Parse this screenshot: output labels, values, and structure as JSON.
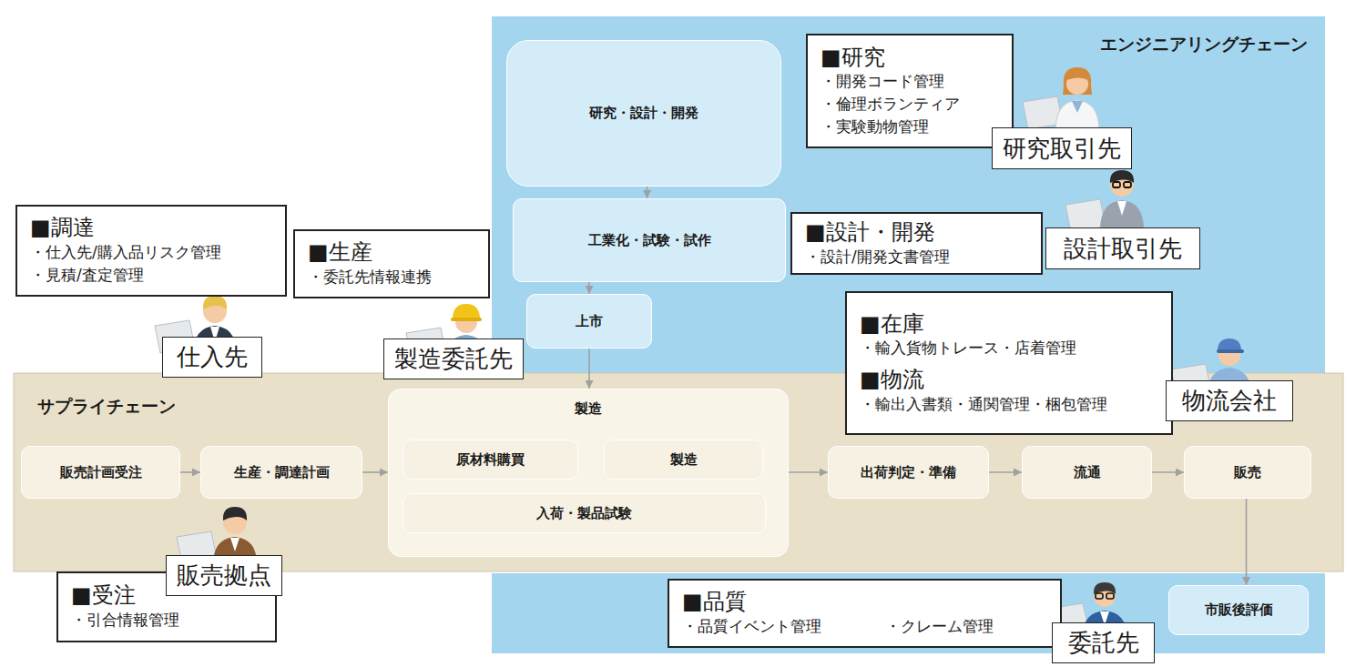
{
  "diagram": {
    "nodes": [
      {
        "text": [
          "エンジニアリングチェーン"
        ]
      },
      {
        "text": [
          "研究・設計・開発"
        ],
        "in": 0
      },
      {
        "text": [
          "工業化・試験・試作"
        ],
        "in": 0
      },
      {
        "text": [
          "上市"
        ],
        "in": 0
      },
      {
        "text": [
          "サプライチェーン"
        ]
      },
      {
        "text": [
          "販売計画受注"
        ],
        "in": 4
      },
      {
        "text": [
          "生産・調達計画"
        ],
        "in": 4
      },
      {
        "text": [
          "製造"
        ],
        "in": 4
      },
      {
        "text": [
          "原材料購買"
        ],
        "in": 7
      },
      {
        "text": [
          "製造"
        ],
        "in": 7
      },
      {
        "text": [
          "入荷・製品試験"
        ],
        "in": 7
      },
      {
        "text": [
          "出荷判定・準備"
        ],
        "in": 4
      },
      {
        "text": [
          "流通"
        ],
        "in": 4
      },
      {
        "text": [
          "販売"
        ],
        "in": 4
      },
      {
        "text": [
          "市販後評価"
        ]
      },
      {
        "text": [
          "■研究",
          "・開発コード管理",
          "・倫理ボランティア",
          "・実験動物管理"
        ]
      },
      {
        "text": [
          "研究取引先"
        ]
      },
      {
        "text": [
          "■設計・開発",
          "・設計/開発文書管理"
        ]
      },
      {
        "text": [
          "設計取引先"
        ]
      },
      {
        "text": [
          "■在庫",
          "・輸入貨物トレース・店着管理",
          "■物流",
          "・輸出入書類・通関管理・梱包管理"
        ]
      },
      {
        "text": [
          "物流会社"
        ]
      },
      {
        "text": [
          "■調達",
          "・仕入先/購入品リスク管理",
          "・見積/査定管理"
        ]
      },
      {
        "text": [
          "仕入先"
        ]
      },
      {
        "text": [
          "■生産",
          "・委託先情報連携"
        ]
      },
      {
        "text": [
          "製造委託先"
        ]
      },
      {
        "text": [
          "■受注",
          "・引合情報管理"
        ]
      },
      {
        "text": [
          "販売拠点"
        ]
      },
      {
        "text": [
          "■品質",
          "・品質イベント管理",
          "・クレーム管理"
        ]
      },
      {
        "text": [
          "委託先"
        ]
      }
    ],
    "edges": [
      {
        "from": 1,
        "to": 2,
        "arrow": "to"
      },
      {
        "from": 2,
        "to": 3,
        "arrow": "to"
      },
      {
        "from": 3,
        "to": 7,
        "arrow": "to"
      },
      {
        "from": 5,
        "to": 6,
        "arrow": "to"
      },
      {
        "from": 6,
        "to": 7,
        "arrow": "to"
      },
      {
        "from": 7,
        "to": 11,
        "arrow": "to"
      },
      {
        "from": 11,
        "to": 12,
        "arrow": "to"
      },
      {
        "from": 12,
        "to": 13,
        "arrow": "to"
      },
      {
        "from": 13,
        "to": 14,
        "arrow": "to"
      }
    ]
  }
}
